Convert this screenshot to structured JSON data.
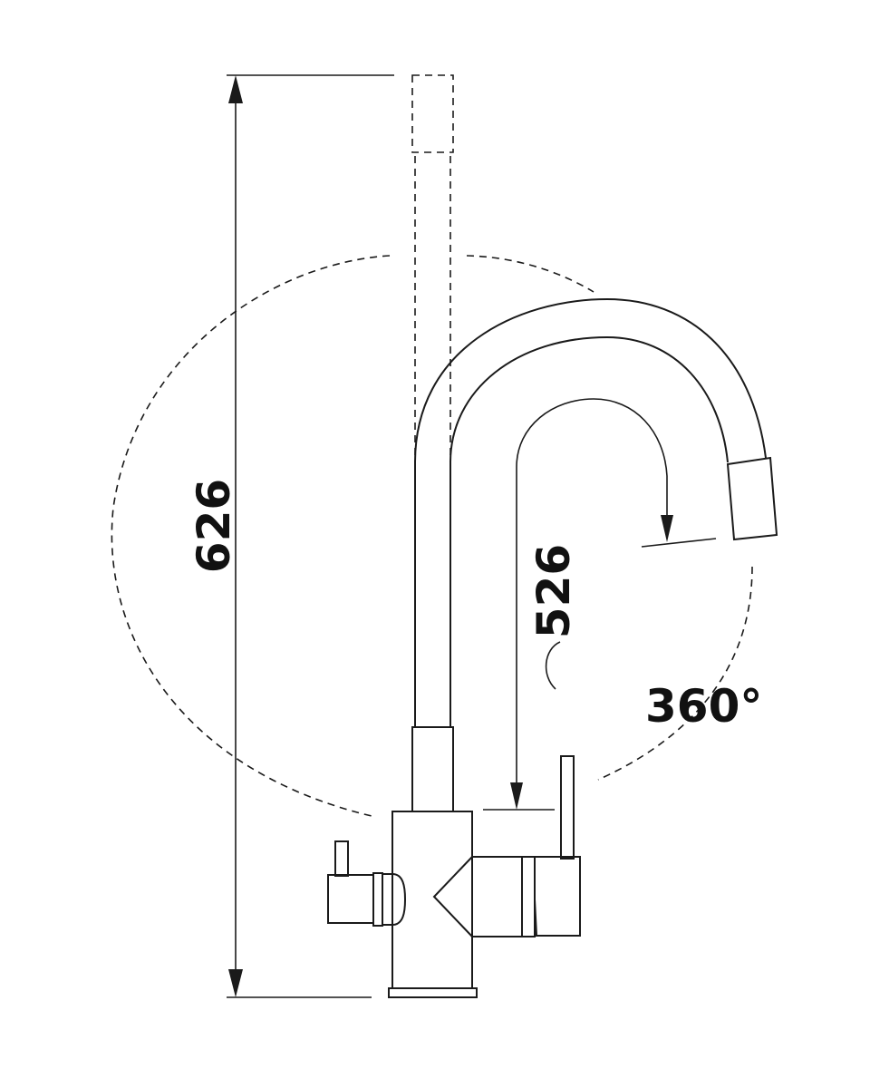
{
  "dimensions": {
    "total_height": "626",
    "spout_height": "526",
    "rotation": "360°"
  },
  "colors": {
    "line": "#1a1a1a",
    "background": "#ffffff"
  }
}
